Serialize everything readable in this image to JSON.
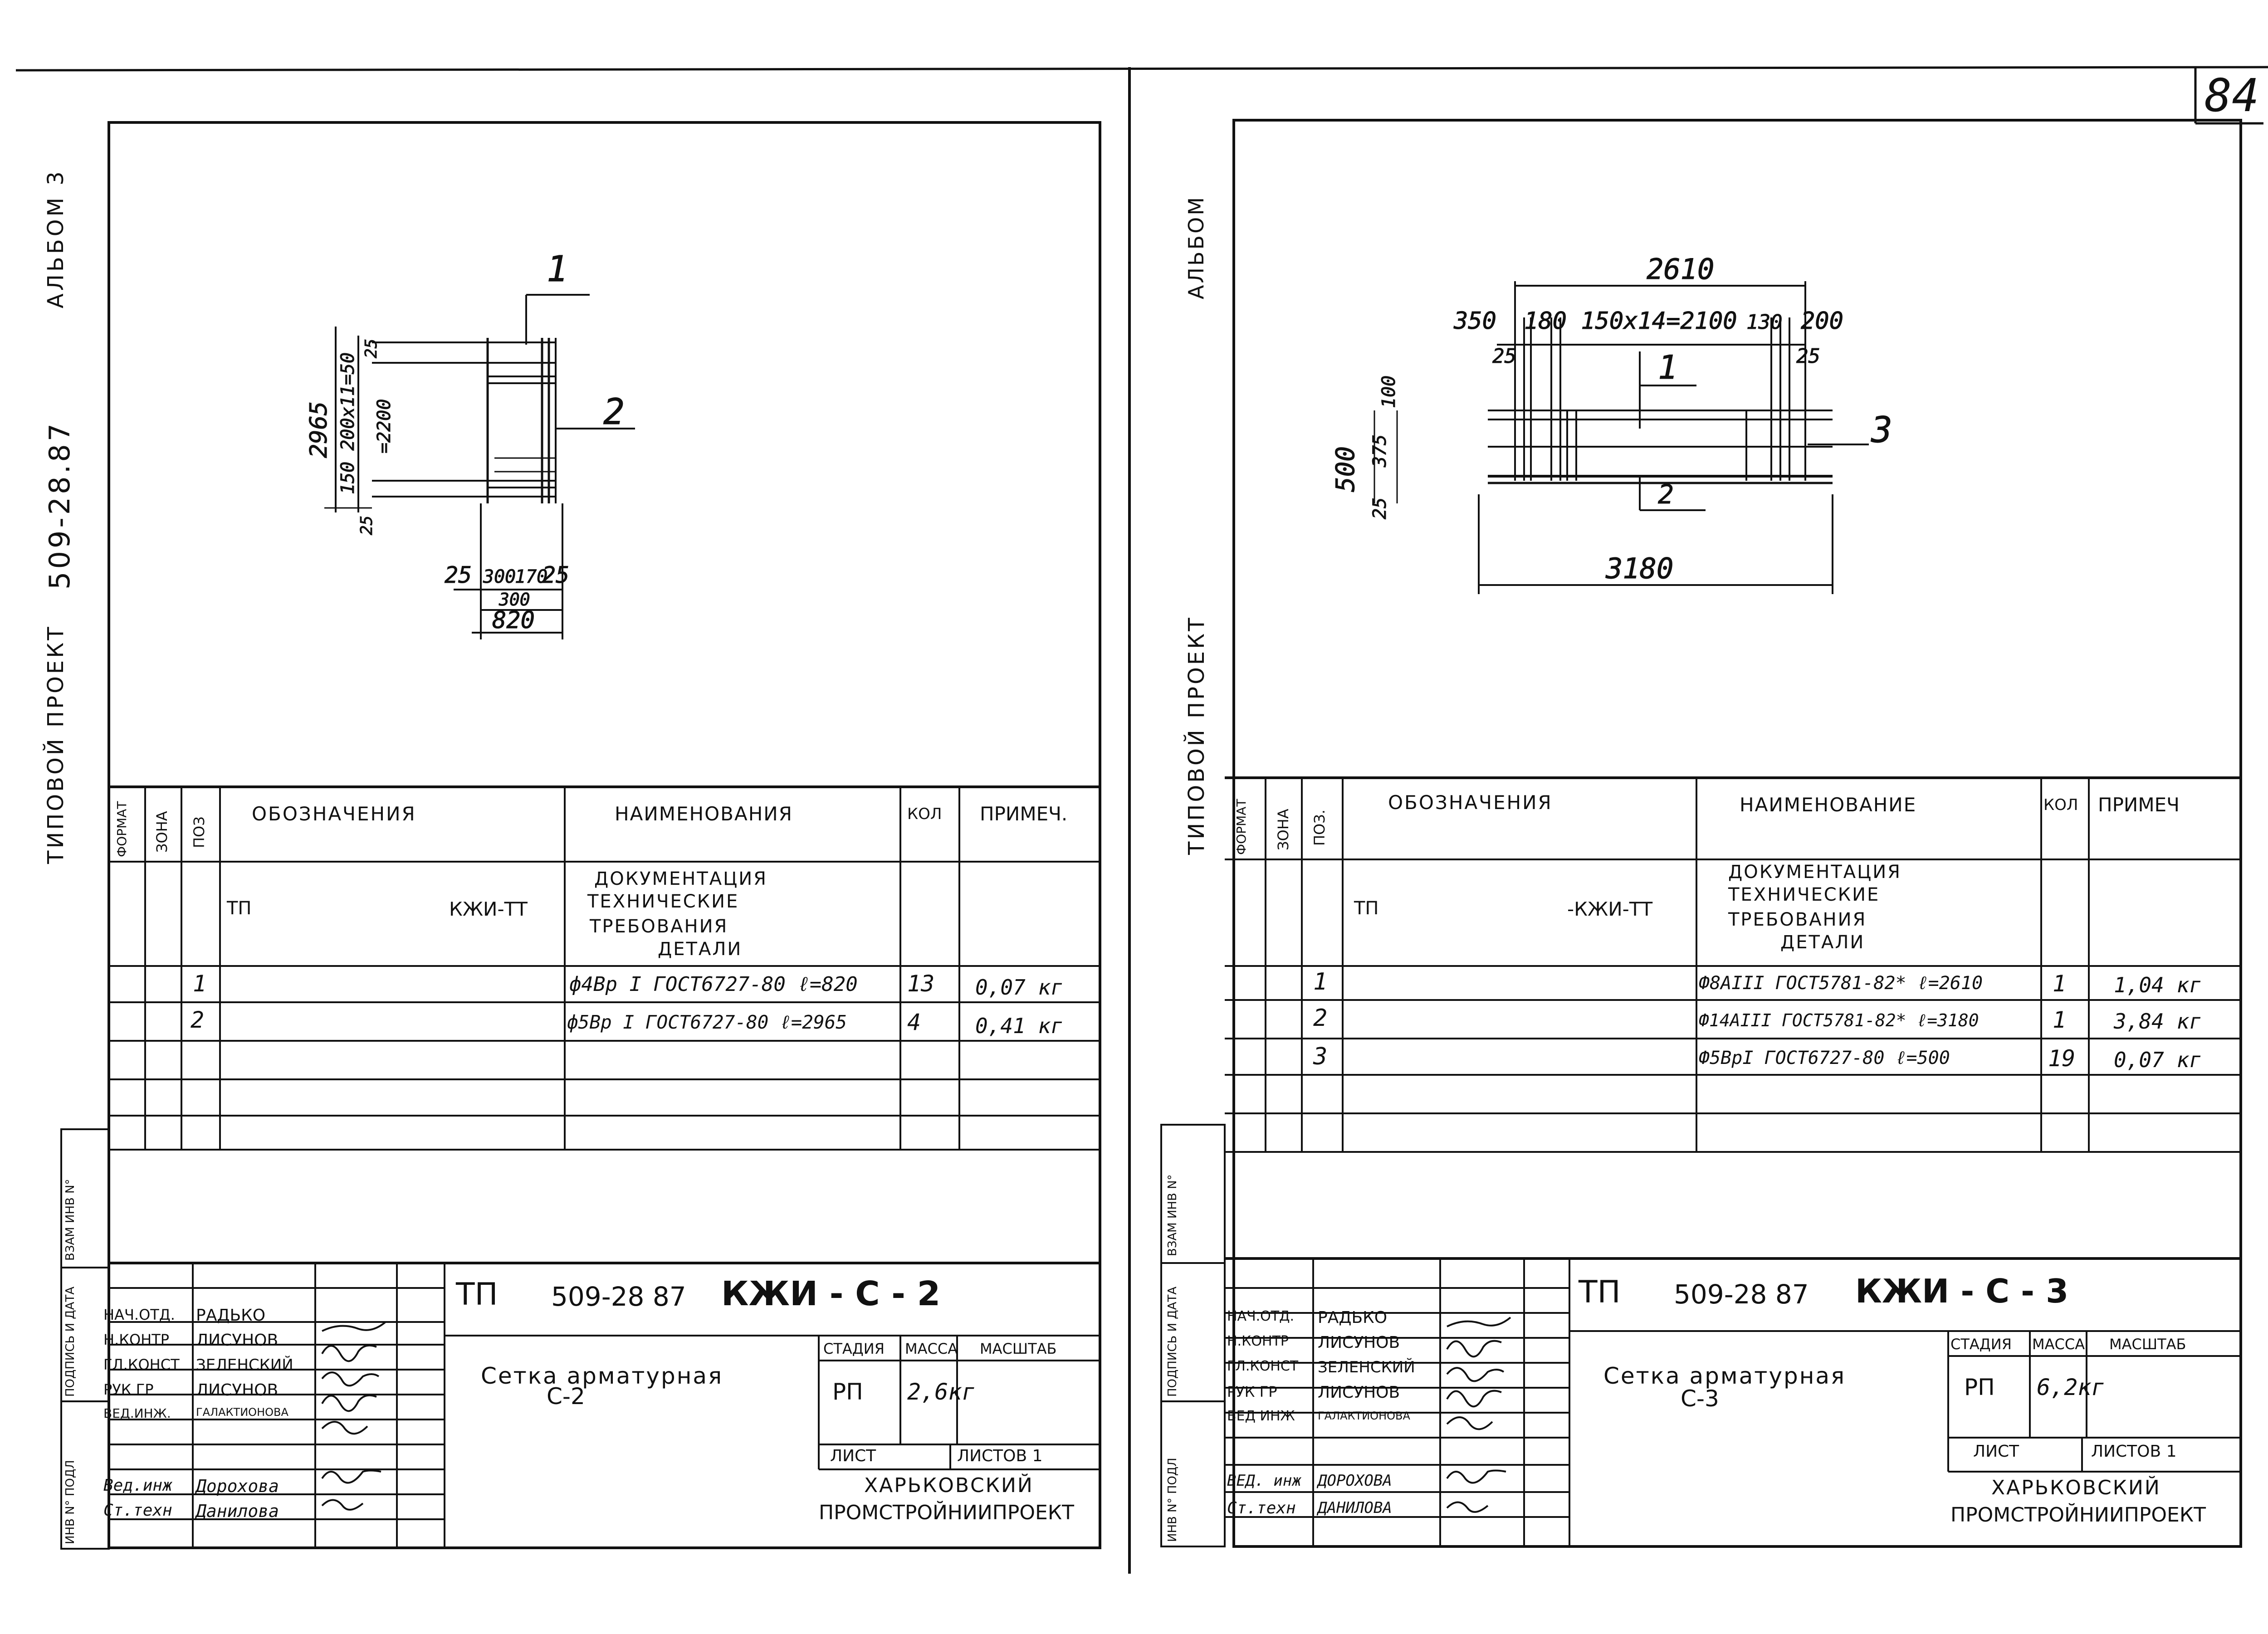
{
  "sheet_number": "84",
  "left": {
    "side_labels": {
      "album": "АЛЬБОМ 3",
      "code": "509-28.87",
      "project": "ТИПОВОЙ ПРОЕКТ"
    },
    "stamp_labels": [
      "ВЗАМ ИНВ N°",
      "ПОДПИСЬ И ДАТА",
      "ИНВ N° ПОДЛ"
    ],
    "drawing": {
      "pos1": "1",
      "pos2": "2",
      "dim_total_h": "2965",
      "dim_spacing": "150 200х11=50",
      "dim_2200": "=2200",
      "dim_25_top": "25",
      "dim_25_bottom": "25",
      "dim_bottom_row": [
        "25",
        "300",
        "170",
        "25"
      ],
      "dim_300": "300",
      "dim_820": "820"
    },
    "spec": {
      "headers": {
        "format": "ФОРМАТ",
        "zone": "ЗОНА",
        "pos": "ПОЗ",
        "designation": "ОБОЗНАЧЕНИЯ",
        "name": "НАИМЕНОВАНИЯ",
        "qty": "КОЛ",
        "note": "ПРИМЕЧ."
      },
      "doc_row": {
        "code_a": "ТП",
        "code_b": "КЖИ-ТТ",
        "name_lines": [
          "ДОКУМЕНТАЦИЯ",
          "ТЕХНИЧЕСКИЕ",
          "ТРЕБОВАНИЯ",
          "ДЕТАЛИ"
        ]
      },
      "rows": [
        {
          "pos": "1",
          "name": "ф4Вр I ГОСТ6727-80 ℓ=820",
          "qty": "13",
          "note": "0,07 кг"
        },
        {
          "pos": "2",
          "name": "ф5Вр I ГОСТ6727-80 ℓ=2965",
          "qty": "4",
          "note": "0,41 кг"
        }
      ]
    },
    "title_block": {
      "code_prefix": "ТП",
      "code": "509-28 87",
      "doc_code": "КЖИ - С - 2",
      "roles": [
        "НАЧ.ОТД.",
        "Н.КОНТР",
        "ГЛ.КОНСТ",
        "РУК ГР",
        "ВЕД.ИНЖ.",
        "Вед.инж",
        "Ст.техн"
      ],
      "names": [
        "РАДЬКО",
        "ЛИСУНОВ",
        "ЗЕЛЕНСКИЙ",
        "ЛИСУНОВ",
        "ГАЛАКТИОНОВА",
        "Дорохова",
        "Данилова"
      ],
      "title_lines": [
        "Сетка арматурная",
        "С-2"
      ],
      "stage_label": "СТАДИЯ",
      "mass_label": "МАССА",
      "scale_label": "МАСШТАБ",
      "stage": "РП",
      "mass": "2,6кг",
      "sheet_label": "ЛИСТ",
      "sheets_label": "ЛИСТОВ 1",
      "org_lines": [
        "ХАРЬКОВСКИЙ",
        "ПРОМСТРОЙНИИПРОЕКТ"
      ]
    }
  },
  "right": {
    "side_labels": {
      "album": "АЛЬБОМ",
      "project": "ТИПОВОЙ ПРОЕКТ"
    },
    "stamp_labels": [
      "ВЗАМ ИНВ N°",
      "ПОДПИСЬ И ДАТА",
      "ИНВ N° ПОДЛ"
    ],
    "drawing": {
      "dim_2610": "2610",
      "dim_350": "350",
      "dim_spacing": "180 150х14=2100",
      "dim_130": "130",
      "dim_200": "200",
      "dim_25_left": "25",
      "dim_25_right": "25",
      "dim_100": "100",
      "dim_500": "500",
      "dim_375": "375",
      "dim_25_bottom": "25",
      "pos1": "1",
      "pos2": "2",
      "pos3": "3",
      "dim_3180": "3180"
    },
    "spec": {
      "headers": {
        "format": "ФОРМАТ",
        "zone": "ЗОНА",
        "pos": "ПОЗ.",
        "designation": "ОБОЗНАЧЕНИЯ",
        "name": "НАИМЕНОВАНИЕ",
        "qty": "КОЛ",
        "note": "ПРИМЕЧ"
      },
      "doc_row": {
        "code_a": "ТП",
        "code_b": "-КЖИ-ТТ",
        "name_lines": [
          "ДОКУМЕНТАЦИЯ",
          "ТЕХНИЧЕСКИЕ",
          "ТРЕБОВАНИЯ",
          "ДЕТАЛИ"
        ]
      },
      "rows": [
        {
          "pos": "1",
          "name": "Ф8АIII ГОСТ5781-82* ℓ=2610",
          "qty": "1",
          "note": "1,04 кг"
        },
        {
          "pos": "2",
          "name": "Ф14АIII ГОСТ5781-82* ℓ=3180",
          "qty": "1",
          "note": "3,84 кг"
        },
        {
          "pos": "3",
          "name": "Ф5ВрI ГОСТ6727-80 ℓ=500",
          "qty": "19",
          "note": "0,07 кг"
        }
      ]
    },
    "title_block": {
      "code_prefix": "ТП",
      "code": "509-28 87",
      "doc_code": "КЖИ - С - 3",
      "roles": [
        "НАЧ.ОТД.",
        "Н.КОНТР",
        "ГЛ.КОНСТ",
        "РУК ГР",
        "ВЕД ИНЖ",
        "ВЕД. инж",
        "Ст.техн"
      ],
      "names": [
        "РАДЬКО",
        "ЛИСУНОВ",
        "ЗЕЛЕНСКИЙ",
        "ЛИСУНОВ",
        "ГАЛАКТИОНОВА",
        "ДОРОХОВА",
        "ДАНИЛОВА"
      ],
      "title_lines": [
        "Сетка арматурная",
        "С-3"
      ],
      "stage_label": "СТАДИЯ",
      "mass_label": "МАССА",
      "scale_label": "МАСШТАБ",
      "stage": "РП",
      "mass": "6,2кг",
      "sheet_label": "ЛИСТ",
      "sheets_label": "ЛИСТОВ 1",
      "org_lines": [
        "ХАРЬКОВСКИЙ",
        "ПРОМСТРОЙНИИПРОЕКТ"
      ]
    }
  }
}
